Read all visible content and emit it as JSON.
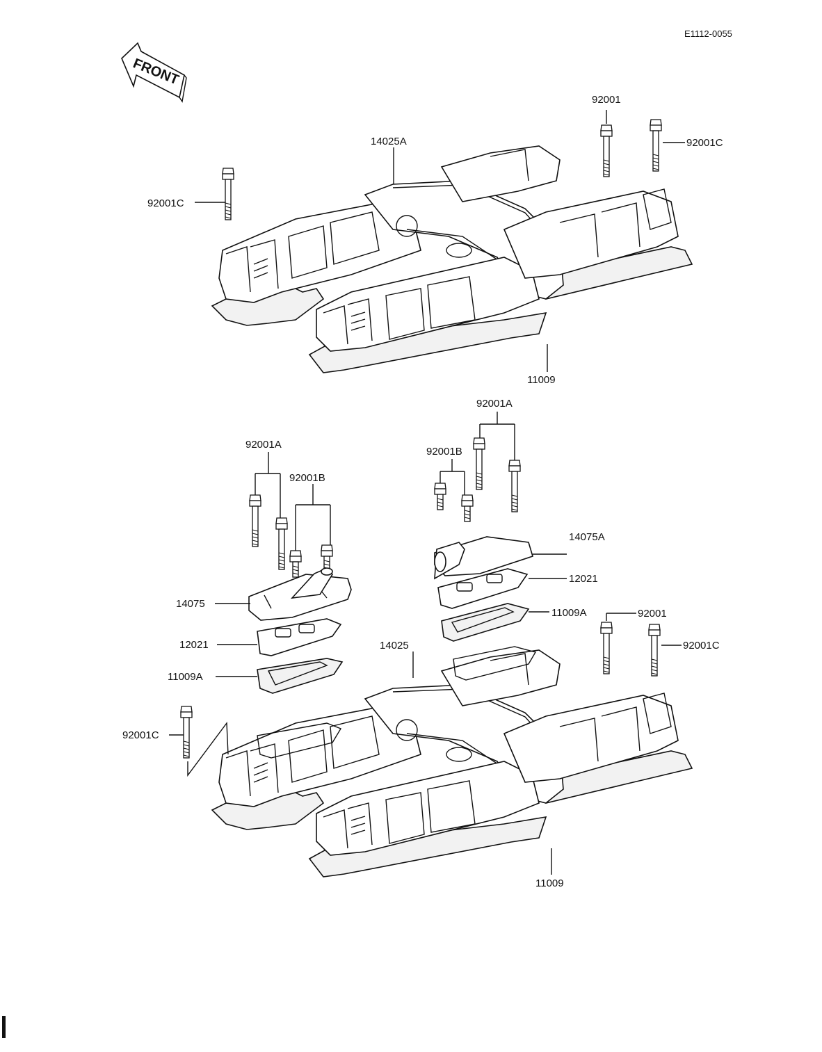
{
  "document_id": "E1112-0055",
  "front_marker": "FRONT",
  "labels": {
    "top_cover": "14025A",
    "top_bolt_1": "92001",
    "top_bolt_2": "92001C",
    "top_bolt_left": "92001C",
    "top_gasket": "11009",
    "left_bolt_long": "92001A",
    "left_bolt_short": "92001B",
    "left_cap": "14075",
    "left_plate": "12021",
    "left_gasket": "11009A",
    "right_bolt_long": "92001A",
    "right_bolt_short": "92001B",
    "right_cap": "14075A",
    "right_plate": "12021",
    "right_gasket": "11009A",
    "bottom_cover": "14025",
    "bottom_bolt_1": "92001",
    "bottom_bolt_2": "92001C",
    "bottom_bolt_left": "92001C",
    "bottom_gasket": "11009"
  }
}
